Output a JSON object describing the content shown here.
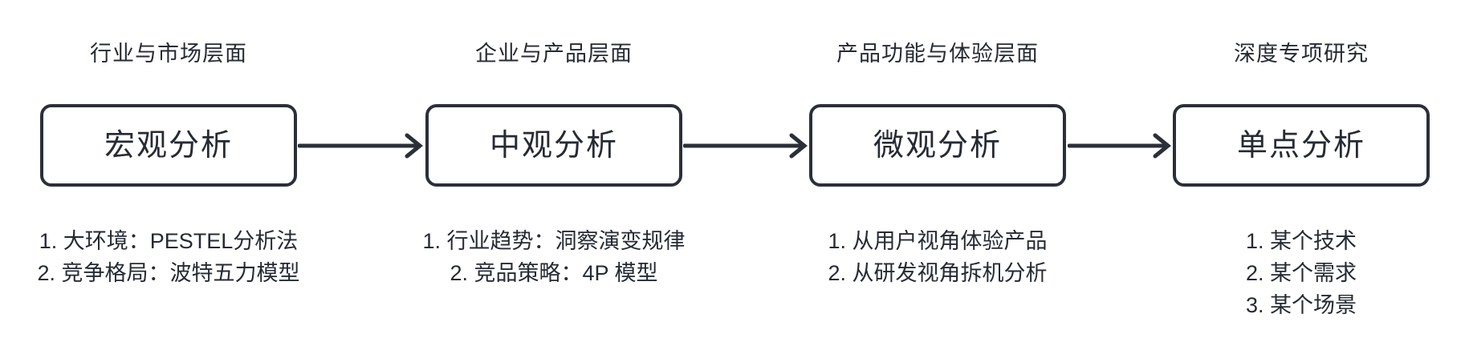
{
  "diagram": {
    "title_present": false,
    "colors": {
      "stroke": "#2b2f38",
      "text": "#262a33",
      "background": "#ffffff"
    },
    "columns": [
      {
        "header": "行业与市场层面",
        "box": "宏观分析",
        "items": [
          "1. 大环境：PESTEL分析法",
          "2. 竞争格局：波特五力模型"
        ]
      },
      {
        "header": "企业与产品层面",
        "box": "中观分析",
        "items": [
          "1. 行业趋势：洞察演变规律",
          "2. 竞品策略：4P 模型"
        ]
      },
      {
        "header": "产品功能与体验层面",
        "box": "微观分析",
        "items": [
          "1. 从用户视角体验产品",
          "2. 从研发视角拆机分析"
        ]
      },
      {
        "header": "深度专项研究",
        "box": "单点分析",
        "items": [
          "1. 某个技术",
          "2. 某个需求",
          "3. 某个场景"
        ]
      }
    ]
  }
}
